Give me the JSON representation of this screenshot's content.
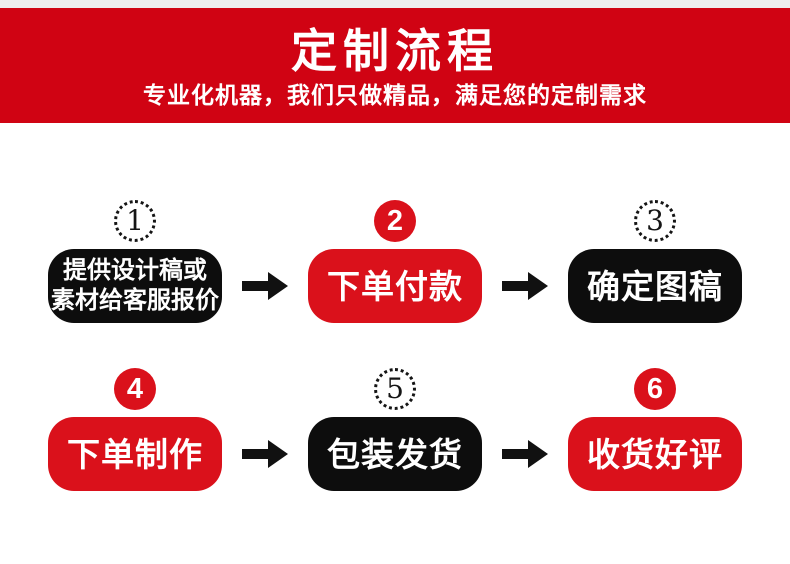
{
  "header": {
    "title": "定制流程",
    "subtitle": "专业化机器，我们只做精品，满足您的定制需求"
  },
  "steps": [
    {
      "number": "1",
      "badge_style": "dotted-circle",
      "pill_color": "black",
      "lines": [
        "提供设计稿或",
        "素材给客服报价"
      ]
    },
    {
      "number": "2",
      "badge_style": "solid-red-circle",
      "pill_color": "red",
      "lines": [
        "下单付款"
      ]
    },
    {
      "number": "3",
      "badge_style": "dotted-circle",
      "pill_color": "black",
      "lines": [
        "确定图稿"
      ]
    },
    {
      "number": "4",
      "badge_style": "solid-red-circle",
      "pill_color": "red",
      "lines": [
        "下单制作"
      ]
    },
    {
      "number": "5",
      "badge_style": "dotted-circle",
      "pill_color": "black",
      "lines": [
        "包装发货"
      ]
    },
    {
      "number": "6",
      "badge_style": "solid-red-circle",
      "pill_color": "red",
      "lines": [
        "收货好评"
      ]
    }
  ],
  "icons": {
    "arrow": "arrow-right-icon"
  },
  "colors": {
    "banner_red": "#d00313",
    "accent_red": "#da111b",
    "pill_black": "#0d0d0d",
    "arrow_black": "#111111",
    "top_strip_gray": "#efedee"
  }
}
